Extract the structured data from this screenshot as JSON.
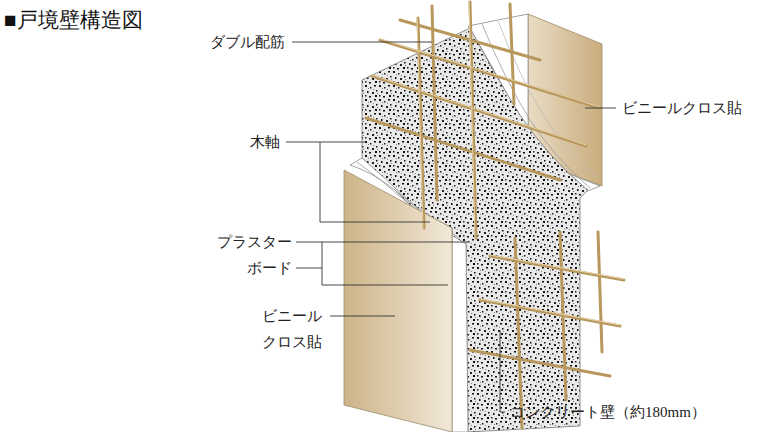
{
  "diagram": {
    "title": "■戸境壁構造図",
    "labels": [
      "ダブル配筋",
      "ビニールクロス貼",
      "木軸",
      "プラスター ボード",
      "ビニール クロス貼",
      "コンクリート壁（約180mm）"
    ]
  }
}
